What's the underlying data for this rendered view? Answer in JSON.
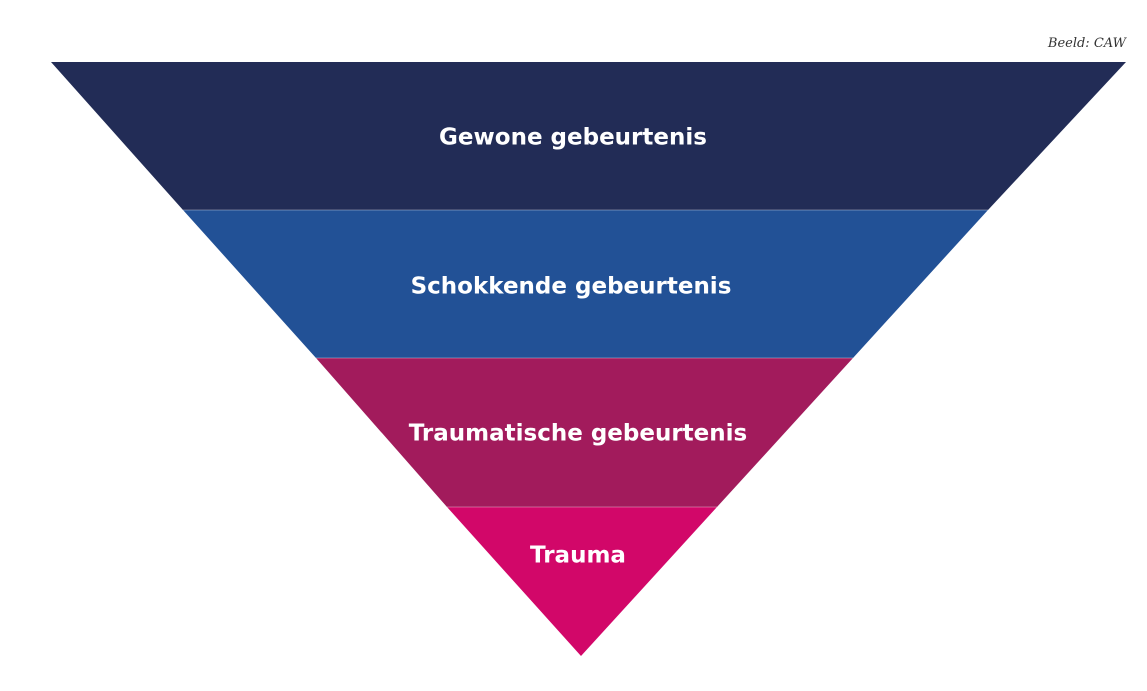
{
  "credit": "Beeld: CAW",
  "levels": [
    {
      "label": "Gewone gebeurtenis",
      "color": "#222c56"
    },
    {
      "label": "Schokkende gebeurtenis",
      "color": "#225196"
    },
    {
      "label": "Traumatische gebeurtenis",
      "color": "#a21b5c"
    },
    {
      "label": "Trauma",
      "color": "#d20769"
    }
  ]
}
